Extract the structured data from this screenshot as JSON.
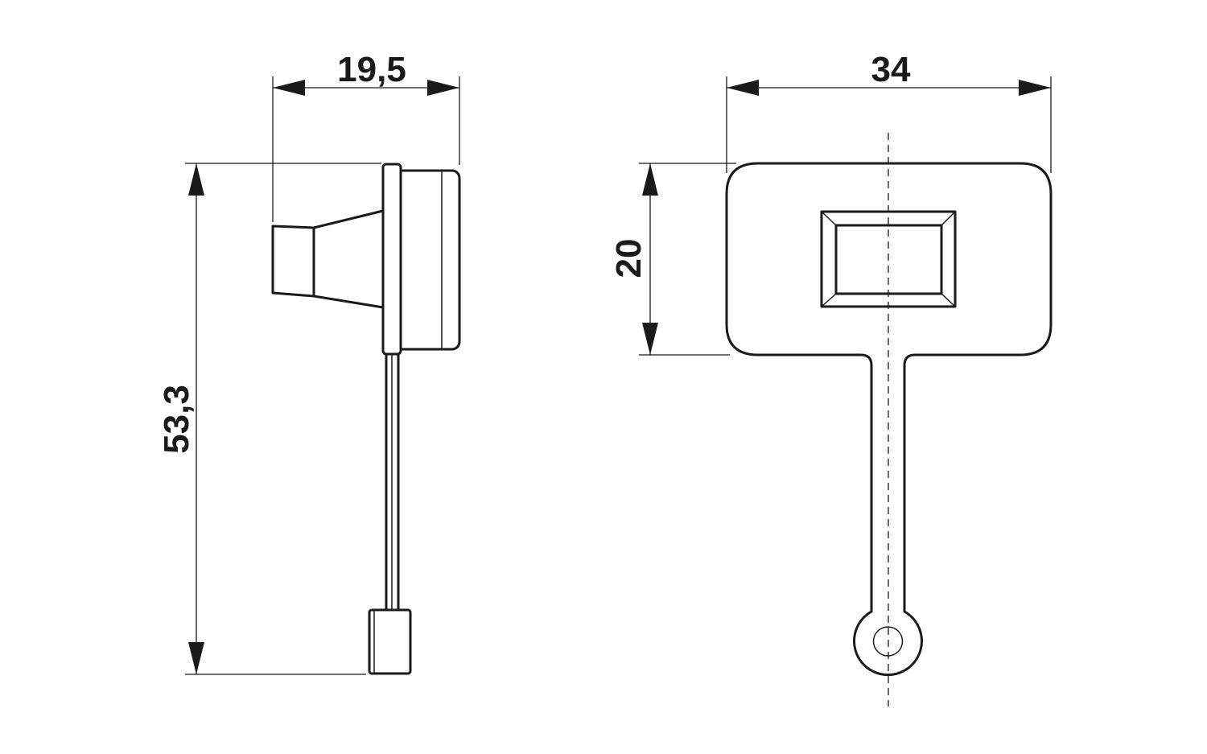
{
  "dimensions": {
    "side_width": "19,5",
    "side_height": "53,3",
    "front_width": "34",
    "front_height": "20"
  }
}
